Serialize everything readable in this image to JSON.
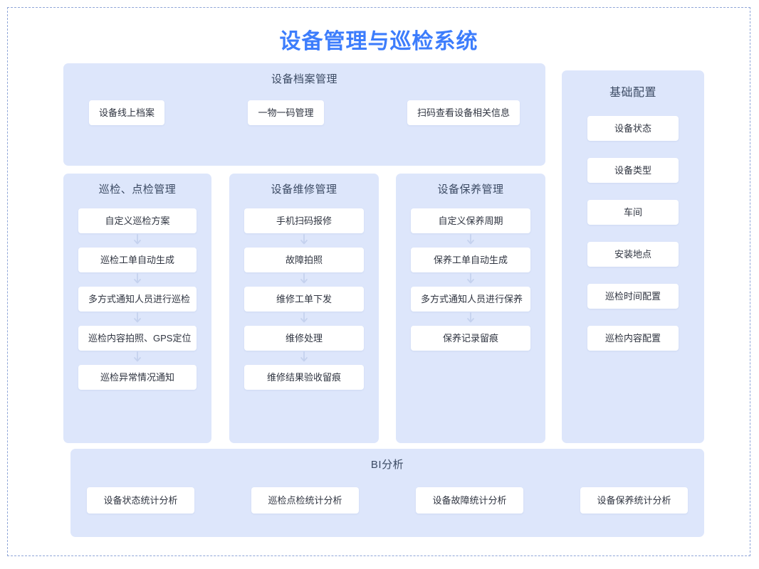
{
  "page": {
    "title": "设备管理与巡检系统",
    "accent_color": "#3d7dfc",
    "panel_color": "#dde6fb",
    "card_color": "#ffffff",
    "border_color": "#8fa6d8"
  },
  "archive": {
    "title": "设备档案管理",
    "items": [
      {
        "label": "设备线上档案"
      },
      {
        "label": "一物一码管理"
      },
      {
        "label": "扫码查看设备相关信息"
      }
    ]
  },
  "flows": [
    {
      "title": "巡检、点检管理",
      "steps": [
        {
          "label": "自定义巡检方案"
        },
        {
          "label": "巡检工单自动生成"
        },
        {
          "label": "多方式通知人员进行巡检"
        },
        {
          "label": "巡检内容拍照、GPS定位"
        },
        {
          "label": "巡检异常情况通知"
        }
      ]
    },
    {
      "title": "设备维修管理",
      "steps": [
        {
          "label": "手机扫码报修"
        },
        {
          "label": "故障拍照"
        },
        {
          "label": "维修工单下发"
        },
        {
          "label": "维修处理"
        },
        {
          "label": "维修结果验收留痕"
        }
      ]
    },
    {
      "title": "设备保养管理",
      "steps": [
        {
          "label": "自定义保养周期"
        },
        {
          "label": "保养工单自动生成"
        },
        {
          "label": "多方式通知人员进行保养"
        },
        {
          "label": "保养记录留痕"
        }
      ]
    }
  ],
  "config": {
    "title": "基础配置",
    "items": [
      {
        "label": "设备状态"
      },
      {
        "label": "设备类型"
      },
      {
        "label": "车间"
      },
      {
        "label": "安装地点"
      },
      {
        "label": "巡检时间配置"
      },
      {
        "label": "巡检内容配置"
      }
    ]
  },
  "bi": {
    "title": "BI分析",
    "items": [
      {
        "label": "设备状态统计分析"
      },
      {
        "label": "巡检点检统计分析"
      },
      {
        "label": "设备故障统计分析"
      },
      {
        "label": "设备保养统计分析"
      }
    ]
  }
}
